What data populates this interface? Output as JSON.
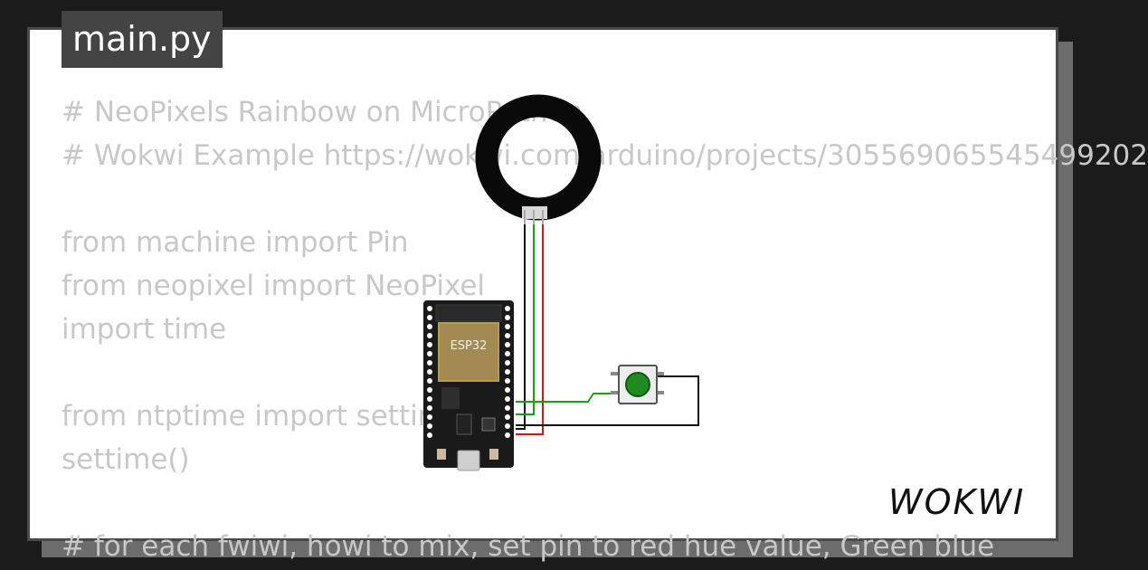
{
  "tab": {
    "label": "main.py"
  },
  "code": {
    "lines": [
      "# NeoPixels Rainbow on MicroPython",
      "# Wokwi Example https://wokwi.com/arduino/projects/305569065545499202",
      "",
      "from machine import Pin",
      "from neopixel import NeoPixel",
      "import time",
      "",
      "from ntptime import settime",
      "settime()",
      "",
      "# for each fwiwi, howi to mix, set pin to red hue value, Green blue"
    ]
  },
  "board": {
    "label": "ESP32"
  },
  "logo": {
    "text": "WOKWI"
  },
  "colors": {
    "background": "#1b1b1b",
    "card": "#ffffff",
    "tab": "#444444",
    "code_text": "#c8c8c8",
    "board": "#1a1a1a",
    "chip": "#b49a5e",
    "button_cap": "#1f8a1f",
    "wire_red": "#e01010",
    "wire_green": "#18a018",
    "wire_black": "#111111"
  }
}
